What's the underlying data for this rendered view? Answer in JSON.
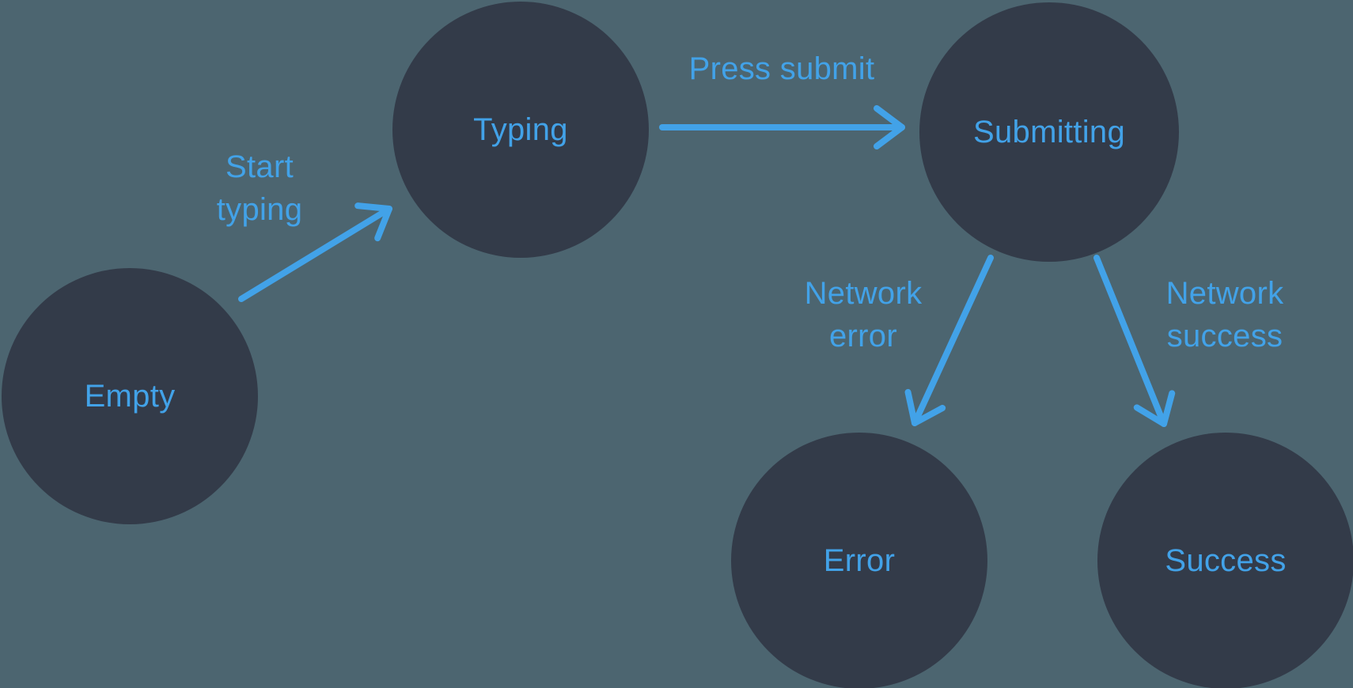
{
  "diagram": {
    "type": "state-machine",
    "nodes": [
      {
        "id": "empty",
        "label": "Empty"
      },
      {
        "id": "typing",
        "label": "Typing"
      },
      {
        "id": "submitting",
        "label": "Submitting"
      },
      {
        "id": "error",
        "label": "Error"
      },
      {
        "id": "success",
        "label": "Success"
      }
    ],
    "edges": [
      {
        "from": "empty",
        "to": "typing",
        "label": "Start typing",
        "lines": [
          "Start",
          "typing"
        ]
      },
      {
        "from": "typing",
        "to": "submitting",
        "label": "Press submit",
        "lines": [
          "Press submit"
        ]
      },
      {
        "from": "submitting",
        "to": "error",
        "label": "Network error",
        "lines": [
          "Network",
          "error"
        ]
      },
      {
        "from": "submitting",
        "to": "success",
        "label": "Network success",
        "lines": [
          "Network",
          "success"
        ]
      }
    ],
    "colors": {
      "background": "#4C6570",
      "node_fill": "#333B49",
      "accent": "#42A2E8"
    }
  }
}
